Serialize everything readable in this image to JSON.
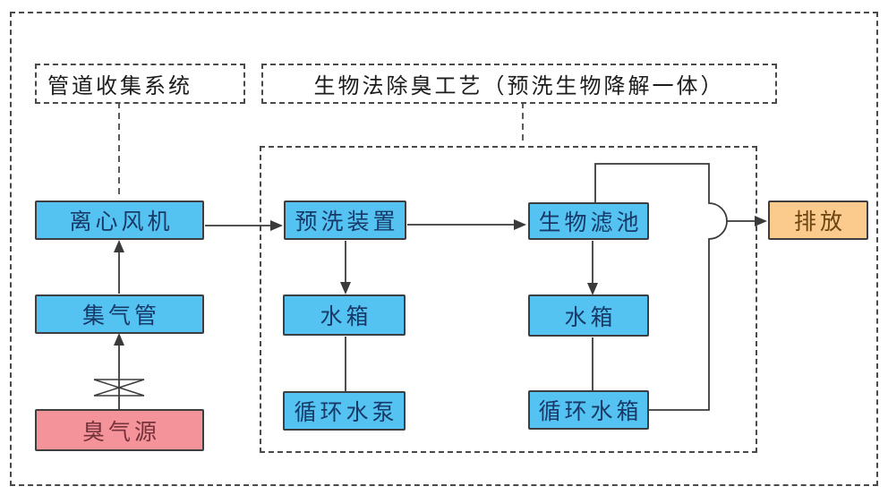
{
  "labels": {
    "pipeline_system": "管道收集系统",
    "bio_process": "生物法除臭工艺（预洗生物降解一体）"
  },
  "nodes": {
    "centrifugal_fan": "离心风机",
    "gas_collection_pipe": "集气管",
    "odor_source": "臭气源",
    "prewash_unit": "预洗装置",
    "prewash_water_tank": "水箱",
    "circulating_pump": "循环水泵",
    "biofilter": "生物滤池",
    "biofilter_water_tank": "水箱",
    "circulating_water_tank": "循环水箱",
    "discharge": "排放"
  },
  "colors": {
    "background": "#FFFFFF",
    "blue_fill": "#55C3F1",
    "pink_fill": "#F5939B",
    "orange_fill": "#FBCB8E",
    "box_border": "#3E3E40",
    "line": "#3A3A3A",
    "dash": "#4A4A4A",
    "blue_text": "#173A69",
    "pink_text": "#76333B",
    "orange_text": "#6B4512",
    "label_text": "#1C1C1C"
  }
}
